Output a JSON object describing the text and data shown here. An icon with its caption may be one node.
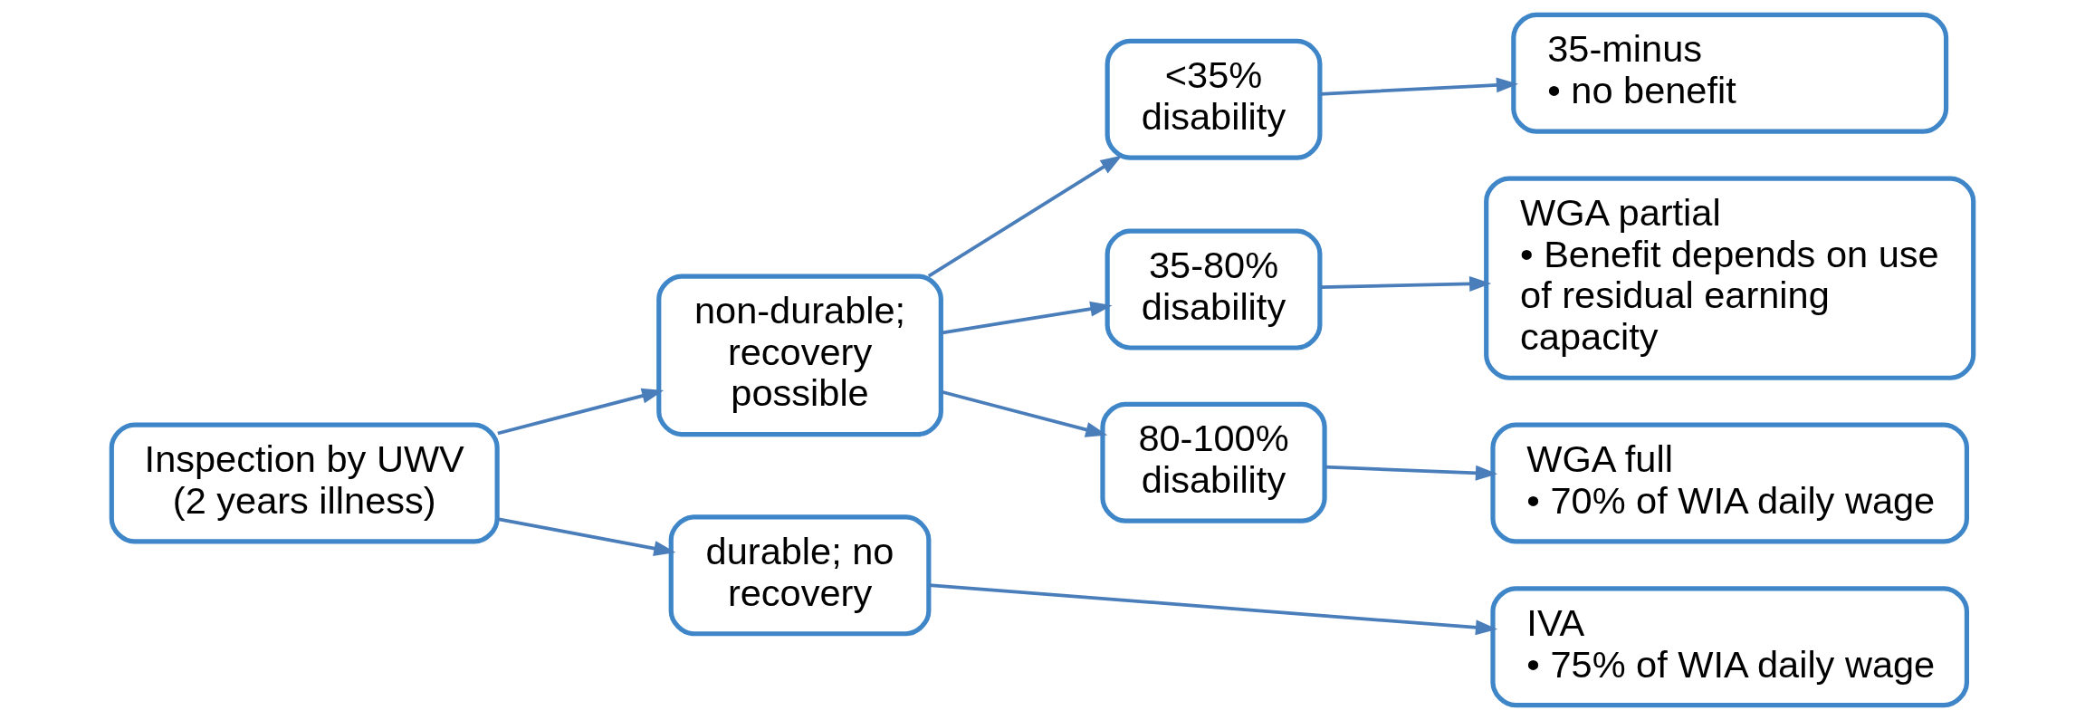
{
  "diagram": {
    "nodes": [
      {
        "text": [
          "Inspection by UWV (2 years illness)"
        ]
      },
      {
        "text": [
          "non-durable; recovery possible"
        ]
      },
      {
        "text": [
          "durable; no recovery"
        ]
      },
      {
        "text": [
          "<35% disability"
        ]
      },
      {
        "text": [
          "35-80% disability"
        ]
      },
      {
        "text": [
          "80-100% disability"
        ]
      },
      {
        "text": [
          "35-minus",
          "• no benefit"
        ]
      },
      {
        "text": [
          "WGA partial",
          "• Benefit depends on use of residual earning capacity"
        ]
      },
      {
        "text": [
          "WGA full",
          "• 70% of WIA daily wage"
        ]
      },
      {
        "text": [
          "IVA",
          "• 75% of WIA daily wage"
        ]
      }
    ],
    "edges": [
      {
        "from": 0,
        "to": 1,
        "arrow": "to"
      },
      {
        "from": 0,
        "to": 2,
        "arrow": "to"
      },
      {
        "from": 1,
        "to": 3,
        "arrow": "to"
      },
      {
        "from": 1,
        "to": 4,
        "arrow": "to"
      },
      {
        "from": 1,
        "to": 5,
        "arrow": "to"
      },
      {
        "from": 3,
        "to": 6,
        "arrow": "to"
      },
      {
        "from": 4,
        "to": 7,
        "arrow": "to"
      },
      {
        "from": 5,
        "to": 8,
        "arrow": "to"
      },
      {
        "from": 2,
        "to": 9,
        "arrow": "to"
      }
    ]
  }
}
